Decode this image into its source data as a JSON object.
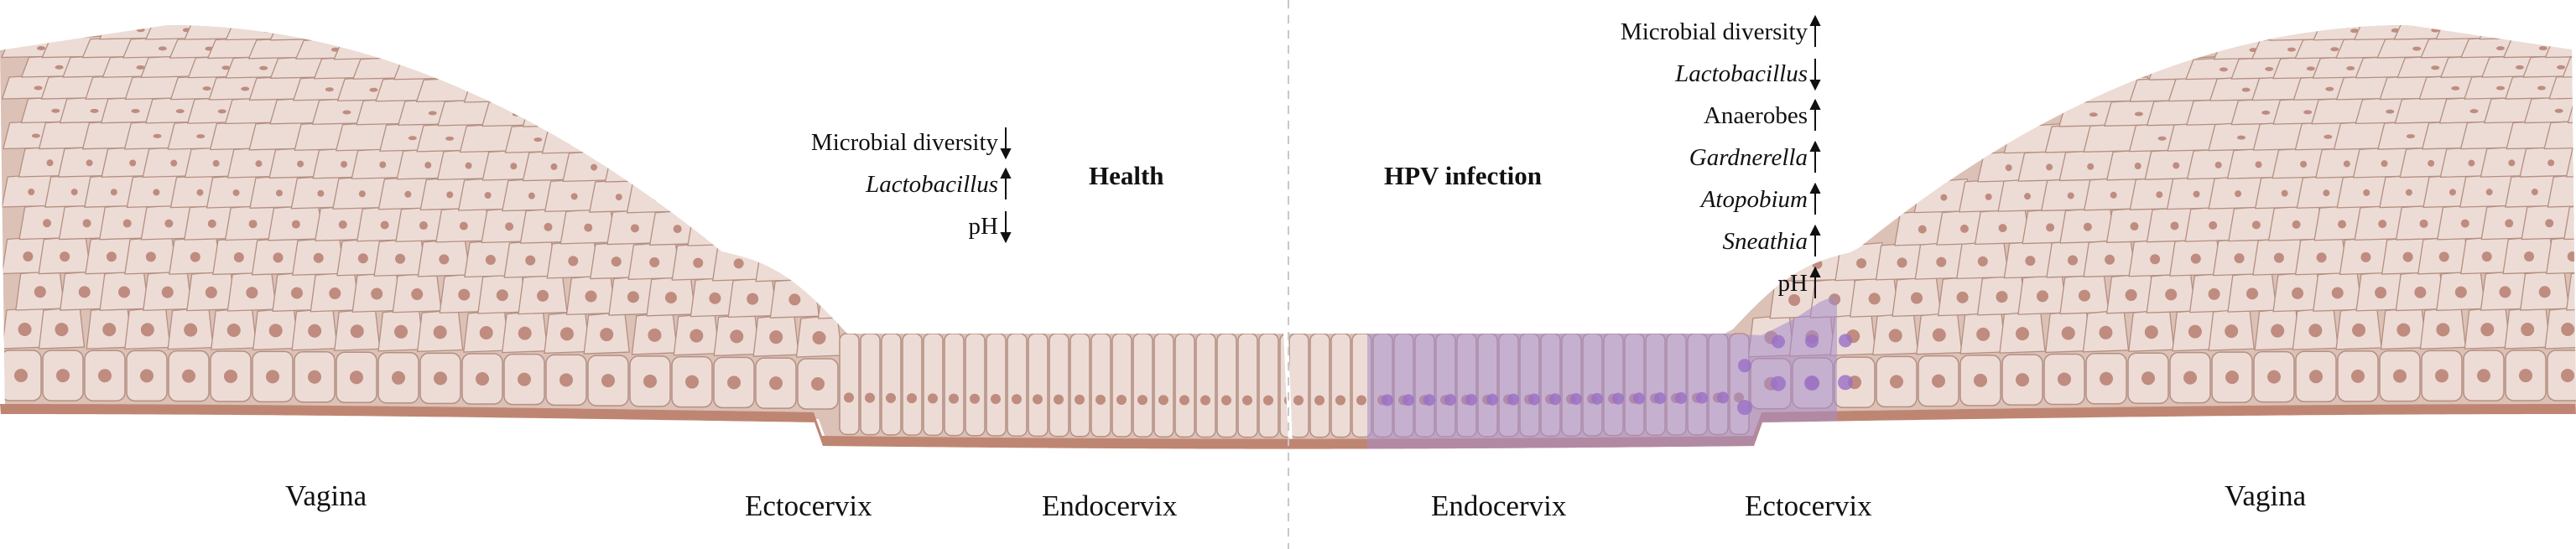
{
  "sections": {
    "left_title": "Health",
    "right_title": "HPV infection"
  },
  "health_markers": [
    {
      "name": "Microbial diversity",
      "italic": false,
      "direction": "down"
    },
    {
      "name": "Lactobacillus",
      "italic": true,
      "direction": "up"
    },
    {
      "name": "pH",
      "italic": false,
      "direction": "down"
    }
  ],
  "hpv_markers": [
    {
      "name": "Microbial diversity",
      "italic": false,
      "direction": "up"
    },
    {
      "name": "Lactobacillus",
      "italic": true,
      "direction": "down"
    },
    {
      "name": "Anaerobes",
      "italic": false,
      "direction": "up"
    },
    {
      "name": "Gardnerella",
      "italic": true,
      "direction": "up"
    },
    {
      "name": "Atopobium",
      "italic": true,
      "direction": "up"
    },
    {
      "name": "Sneathia",
      "italic": true,
      "direction": "up"
    },
    {
      "name": "pH",
      "italic": false,
      "direction": "up"
    }
  ],
  "regions": {
    "left_vagina": "Vagina",
    "left_ectocervix": "Ectocervix",
    "left_endocervix": "Endocervix",
    "right_endocervix": "Endocervix",
    "right_ectocervix": "Ectocervix",
    "right_vagina": "Vagina"
  },
  "colors": {
    "tissue_fill": "#dcc1b6",
    "cell_fill": "#ecdcd5",
    "cell_stroke": "#b58f82",
    "nucleus": "#bf8c7f",
    "basement": "#be8672",
    "infection_fill": "#a68ccc",
    "infection_nucleus": "#9a6fc6",
    "divider": "#c8c8c8"
  }
}
